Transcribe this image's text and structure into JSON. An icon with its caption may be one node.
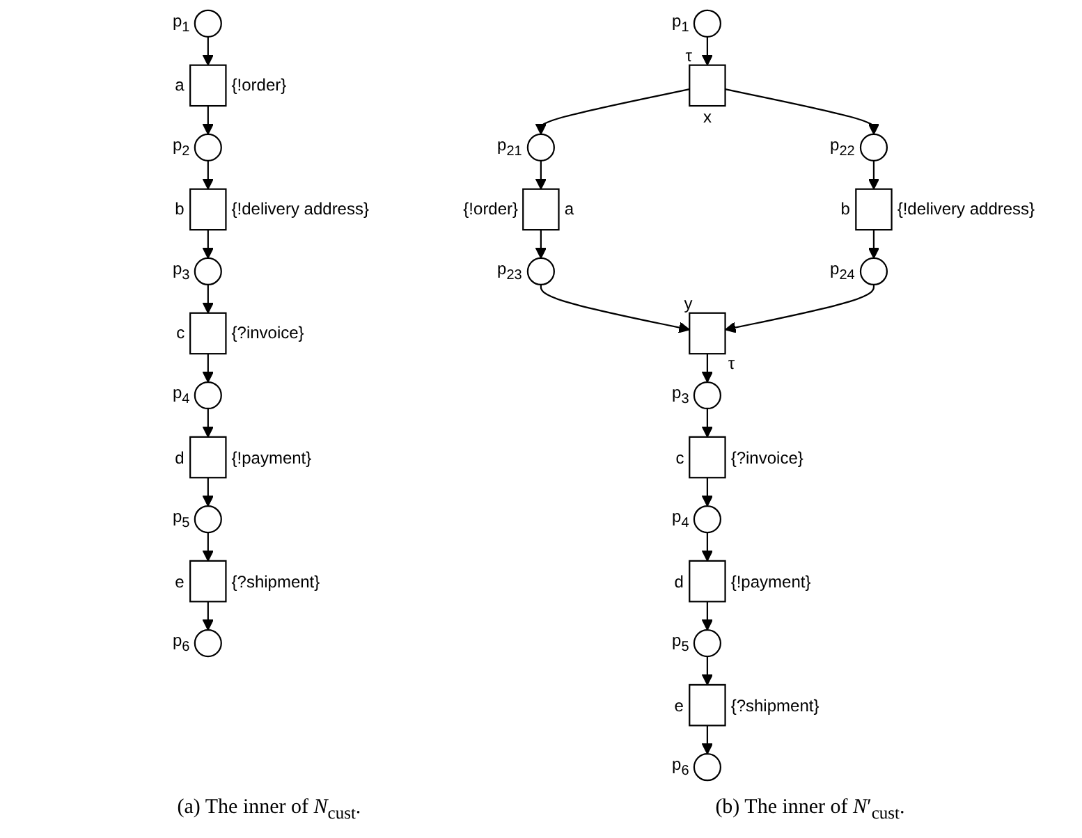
{
  "diagram": {
    "nodes": [
      {
        "text": [],
        "shape": "circle",
        "beside": [
          "p$_{1}$"
        ]
      },
      {
        "text": [],
        "shape": "box",
        "beside": [
          "a",
          "{!order}"
        ]
      },
      {
        "text": [],
        "shape": "circle",
        "beside": [
          "p$_{2}$"
        ]
      },
      {
        "text": [],
        "shape": "box",
        "beside": [
          "b",
          "{!delivery address}"
        ]
      },
      {
        "text": [],
        "shape": "circle",
        "beside": [
          "p$_{3}$"
        ]
      },
      {
        "text": [],
        "shape": "box",
        "beside": [
          "c",
          "{?invoice}"
        ]
      },
      {
        "text": [],
        "shape": "circle",
        "beside": [
          "p$_{4}$"
        ]
      },
      {
        "text": [],
        "shape": "box",
        "beside": [
          "d",
          "{!payment}"
        ]
      },
      {
        "text": [],
        "shape": "circle",
        "beside": [
          "p$_{5}$"
        ]
      },
      {
        "text": [],
        "shape": "box",
        "beside": [
          "e",
          "{?shipment}"
        ]
      },
      {
        "text": [],
        "shape": "circle",
        "beside": [
          "p$_{6}$"
        ]
      },
      {
        "text": [],
        "shape": "circle",
        "beside": [
          "p$_{1}$"
        ]
      },
      {
        "text": [],
        "shape": "box",
        "beside": [
          "τ",
          "x"
        ]
      },
      {
        "text": [],
        "shape": "circle",
        "beside": [
          "p$_{21}$"
        ]
      },
      {
        "text": [],
        "shape": "circle",
        "beside": [
          "p$_{22}$"
        ]
      },
      {
        "text": [],
        "shape": "box",
        "beside": [
          "{!order}",
          "a"
        ]
      },
      {
        "text": [],
        "shape": "box",
        "beside": [
          "b",
          "{!delivery address}"
        ]
      },
      {
        "text": [],
        "shape": "circle",
        "beside": [
          "p$_{23}$"
        ]
      },
      {
        "text": [],
        "shape": "circle",
        "beside": [
          "p$_{24}$"
        ]
      },
      {
        "text": [],
        "shape": "box",
        "beside": [
          "y",
          "τ"
        ]
      },
      {
        "text": [],
        "shape": "circle",
        "beside": [
          "p$_{3}$"
        ]
      },
      {
        "text": [],
        "shape": "box",
        "beside": [
          "c",
          "{?invoice}"
        ]
      },
      {
        "text": [],
        "shape": "circle",
        "beside": [
          "p$_{4}$"
        ]
      },
      {
        "text": [],
        "shape": "box",
        "beside": [
          "d",
          "{!payment}"
        ]
      },
      {
        "text": [],
        "shape": "circle",
        "beside": [
          "p$_{5}$"
        ]
      },
      {
        "text": [],
        "shape": "box",
        "beside": [
          "e",
          "{?shipment}"
        ]
      },
      {
        "text": [],
        "shape": "circle",
        "beside": [
          "p$_{6}$"
        ]
      }
    ],
    "edges": [
      {
        "from": 0,
        "to": 1,
        "arrow": "to"
      },
      {
        "from": 1,
        "to": 2,
        "arrow": "to"
      },
      {
        "from": 2,
        "to": 3,
        "arrow": "to"
      },
      {
        "from": 3,
        "to": 4,
        "arrow": "to"
      },
      {
        "from": 4,
        "to": 5,
        "arrow": "to"
      },
      {
        "from": 5,
        "to": 6,
        "arrow": "to"
      },
      {
        "from": 6,
        "to": 7,
        "arrow": "to"
      },
      {
        "from": 7,
        "to": 8,
        "arrow": "to"
      },
      {
        "from": 8,
        "to": 9,
        "arrow": "to"
      },
      {
        "from": 9,
        "to": 10,
        "arrow": "to"
      },
      {
        "from": 11,
        "to": 12,
        "arrow": "to"
      },
      {
        "from": 12,
        "to": 13,
        "arrow": "to"
      },
      {
        "from": 12,
        "to": 14,
        "arrow": "to"
      },
      {
        "from": 13,
        "to": 15,
        "arrow": "to"
      },
      {
        "from": 14,
        "to": 16,
        "arrow": "to"
      },
      {
        "from": 15,
        "to": 17,
        "arrow": "to"
      },
      {
        "from": 16,
        "to": 18,
        "arrow": "to"
      },
      {
        "from": 17,
        "to": 19,
        "arrow": "to"
      },
      {
        "from": 18,
        "to": 19,
        "arrow": "to"
      },
      {
        "from": 19,
        "to": 20,
        "arrow": "to"
      },
      {
        "from": 20,
        "to": 21,
        "arrow": "to"
      },
      {
        "from": 21,
        "to": 22,
        "arrow": "to"
      },
      {
        "from": 22,
        "to": 23,
        "arrow": "to"
      },
      {
        "from": 23,
        "to": 24,
        "arrow": "to"
      },
      {
        "from": 24,
        "to": 25,
        "arrow": "to"
      },
      {
        "from": 25,
        "to": 26,
        "arrow": "to"
      }
    ],
    "labels": [
      "(a) The inner of *N*$_{cust}$.",
      "(b) The inner of *N*′$_{cust}$."
    ]
  }
}
